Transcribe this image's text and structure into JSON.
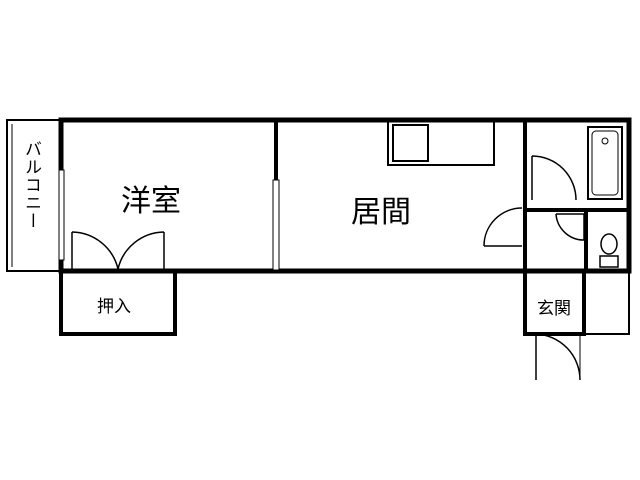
{
  "rooms": {
    "western_room": "洋室",
    "living_room": "居間",
    "closet": "押入",
    "entrance": "玄関",
    "balcony": "バルコニー"
  },
  "fixtures": [
    "kitchen-sink",
    "bathtub",
    "toilet"
  ]
}
